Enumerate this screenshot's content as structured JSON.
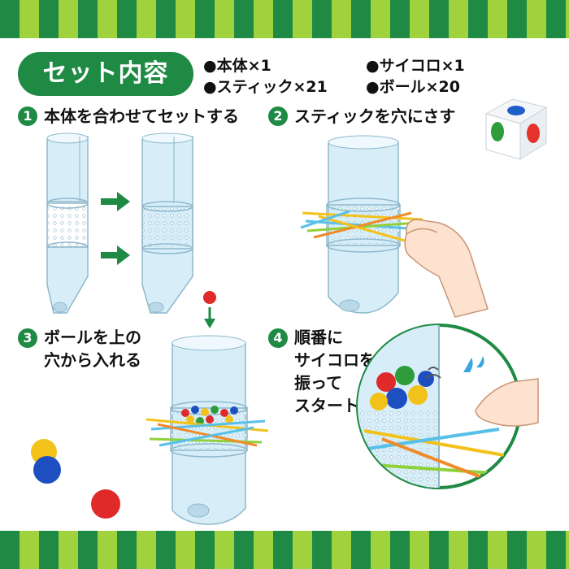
{
  "heading": "セット内容",
  "contents": [
    "●本体×1",
    "●スティック×21",
    "●サイコロ×1",
    "●ボール×20"
  ],
  "steps": [
    {
      "number": "1",
      "line1": "本体を合わせてセットする",
      "line2": ""
    },
    {
      "number": "2",
      "line1": "スティックを穴にさす",
      "line2": ""
    },
    {
      "number": "3",
      "line1": "ボールを上の",
      "line2": "穴から入れる"
    },
    {
      "number": "4",
      "line1": "順番に",
      "line2": "サイコロを",
      "line3": "振って",
      "line4": "スタート！"
    }
  ],
  "colors": {
    "stripe_dark": "#1e8a43",
    "stripe_light": "#9fd23c",
    "accent_green": "#1e8a43",
    "tube_blue": "#cfe9f7",
    "die_red": "#e5322d",
    "die_blue": "#1f5fc8",
    "die_green": "#2e9c3b",
    "ball_red": "#e02a2a",
    "ball_blue": "#1e4fc0",
    "ball_yellow": "#f3c21a"
  }
}
